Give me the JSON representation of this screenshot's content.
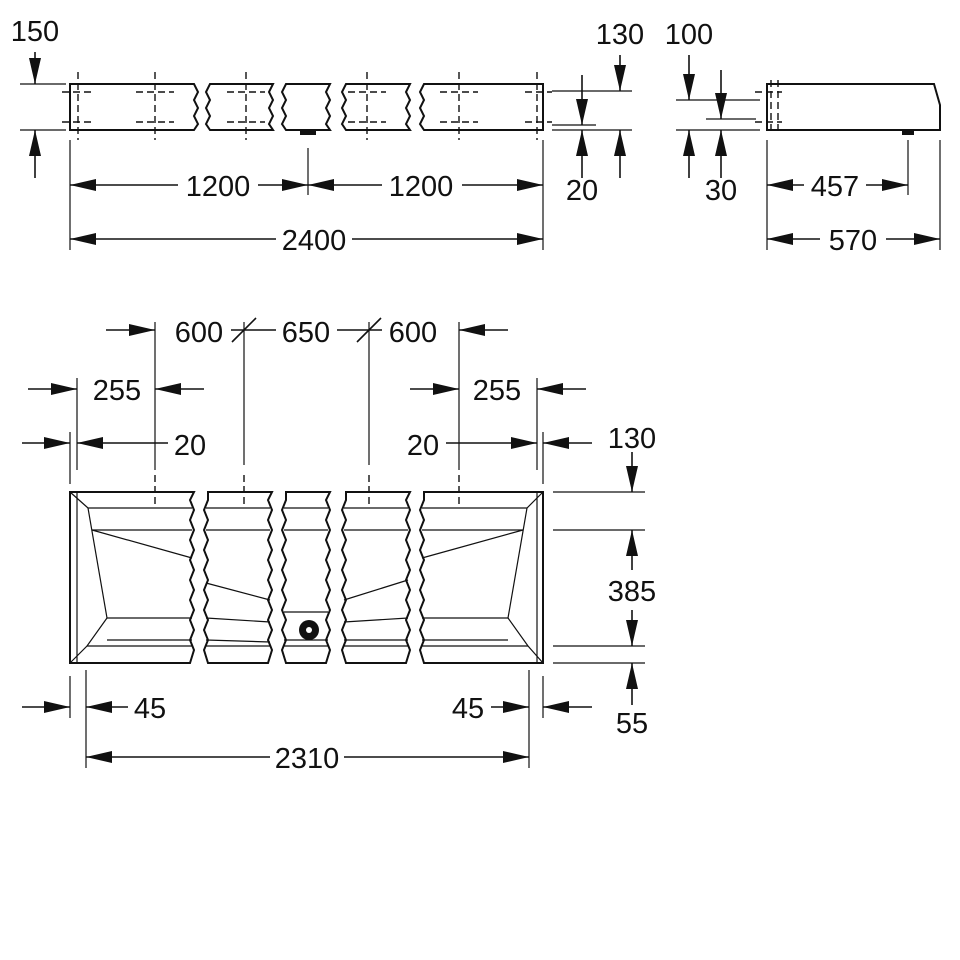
{
  "front_view": {
    "height_total": "150",
    "height_body": "130",
    "outlet_drop": "20",
    "half_left": "1200",
    "half_right": "1200",
    "length_total": "2400"
  },
  "side_view": {
    "rim_height": "100",
    "rim_offset": "30",
    "outlet_distance": "457",
    "depth_total": "570"
  },
  "plan_view": {
    "spacing_left": "600",
    "spacing_middle": "650",
    "spacing_right": "600",
    "edge_to_bracket_left": "255",
    "edge_to_bracket_right": "255",
    "bracket_offset_left": "20",
    "bracket_offset_right": "20",
    "back_depth": "130",
    "inner_depth": "385",
    "front_depth": "55",
    "side_wall_left": "45",
    "side_wall_right": "45",
    "inner_length": "2310"
  }
}
